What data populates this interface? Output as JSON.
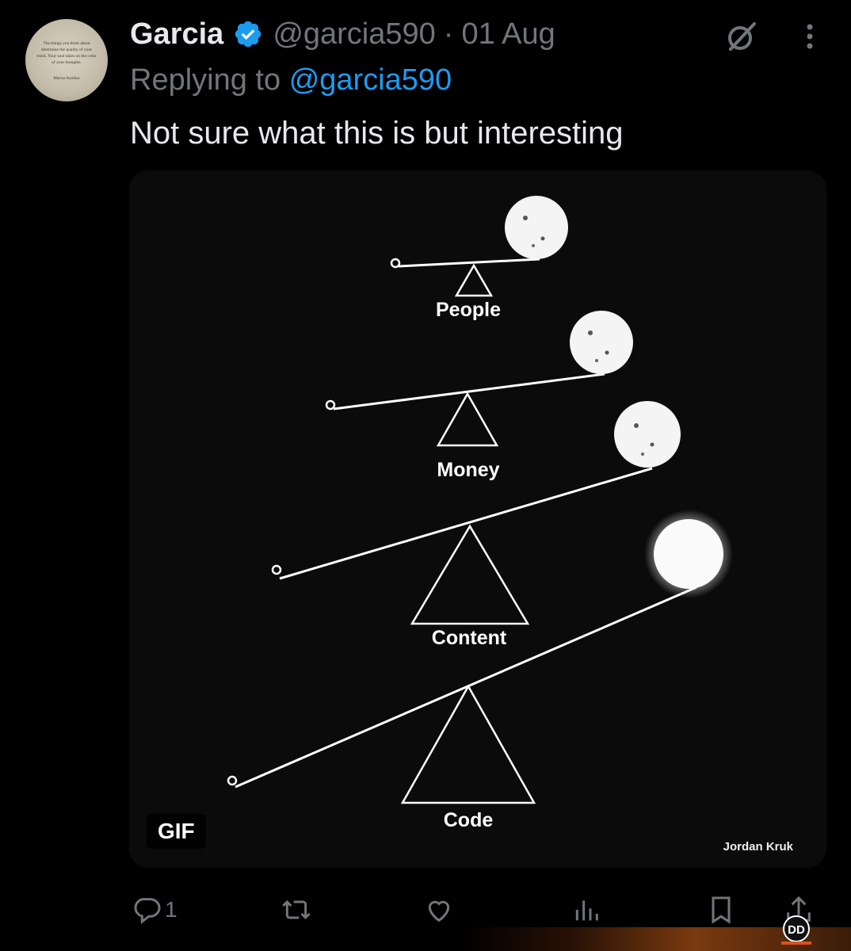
{
  "avatar": {
    "quote": "The things you think about determine the quality of your mind. Your soul takes on the color of your thoughts.",
    "author": "Marcus Aurelius"
  },
  "tweet": {
    "author_name": "Garcia",
    "handle": "@garcia590",
    "separator": "·",
    "date": "01 Aug",
    "replying_prefix": "Replying to",
    "replying_to": "@garcia590",
    "text": "Not sure what this is but interesting"
  },
  "media": {
    "badge": "GIF",
    "watermark": "Jordan Kruk",
    "labels": [
      "People",
      "Money",
      "Content",
      "Code"
    ]
  },
  "actions": {
    "reply_count": "1"
  },
  "colors": {
    "accent": "#1d9bf0",
    "muted": "#71767b",
    "text": "#e7e9ea",
    "background": "#000000"
  },
  "icons": [
    "verified-badge-icon",
    "grok-icon",
    "more-icon",
    "reply-icon",
    "retweet-icon",
    "like-icon",
    "views-icon",
    "bookmark-icon",
    "share-icon"
  ]
}
